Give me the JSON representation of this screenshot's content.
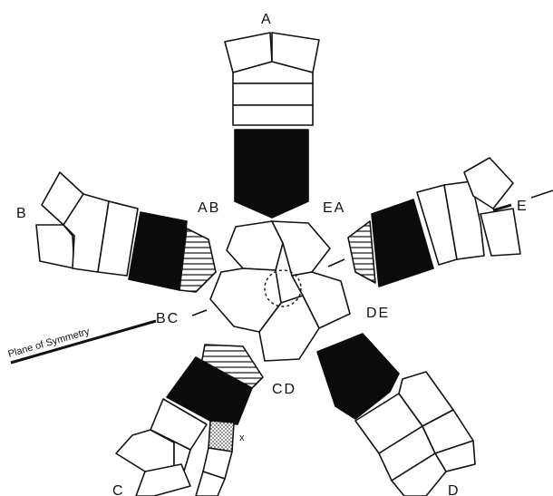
{
  "labels": {
    "ray_a": "A",
    "ray_b": "B",
    "ray_c": "C",
    "ray_d": "D",
    "ray_e": "E",
    "interray_ab": "AB",
    "interray_ea": "EA",
    "interray_bc": "BC",
    "interray_de": "DE",
    "interray_cd": "CD",
    "plate_x": "x",
    "plane_of_symmetry": "Plane of Symmetry"
  },
  "colors": {
    "stroke": "#111111",
    "filled_plate": "#0b0b0b",
    "background": "#ffffff"
  }
}
